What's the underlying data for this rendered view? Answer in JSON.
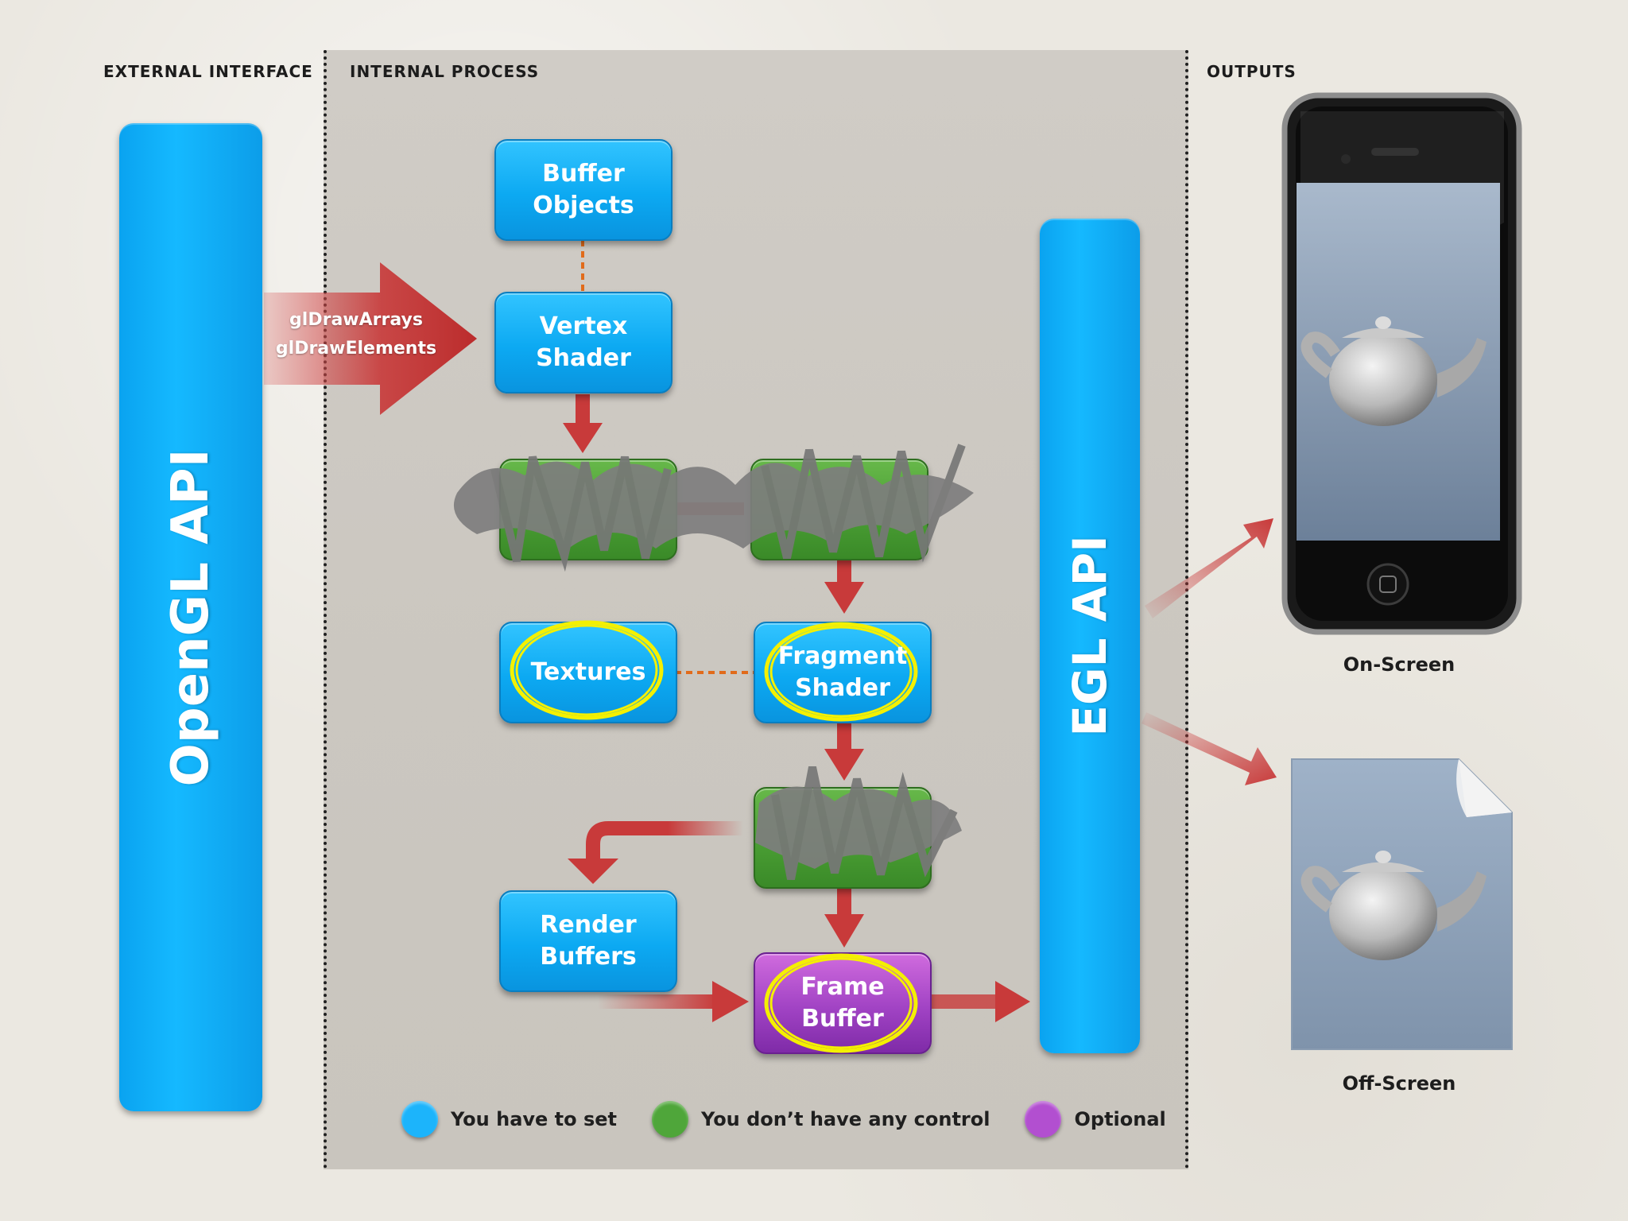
{
  "sections": {
    "external": "EXTERNAL INTERFACE",
    "internal": "INTERNAL PROCESS",
    "outputs": "OUTPUTS"
  },
  "apis": {
    "opengl": "OpenGL API",
    "egl": "EGL API"
  },
  "call_arrow": {
    "line1": "glDrawArrays",
    "line2": "glDrawElements"
  },
  "nodes": {
    "buffer_objects": "Buffer\nObjects",
    "vertex_shader": "Vertex\nShader",
    "textures": "Textures",
    "fragment_shader": "Fragment\nShader",
    "render_buffers": "Render\nBuffers",
    "frame_buffer": "Frame\nBuffer"
  },
  "legend": [
    {
      "label": "You have to set",
      "color": "#1cb4fb"
    },
    {
      "label": "You don’t have any control",
      "color": "#4fa63a"
    },
    {
      "label": "Optional",
      "color": "#b24fd0"
    }
  ],
  "outputs": {
    "on_screen": "On-Screen",
    "off_screen": "Off-Screen"
  },
  "colors": {
    "blue": "#1cb4fb",
    "green": "#4fa63a",
    "purple": "#b24fd0",
    "arrow_red": "#c83a3a",
    "highlight_yellow": "#f4f000",
    "dashed_orange": "#e16b1b"
  }
}
